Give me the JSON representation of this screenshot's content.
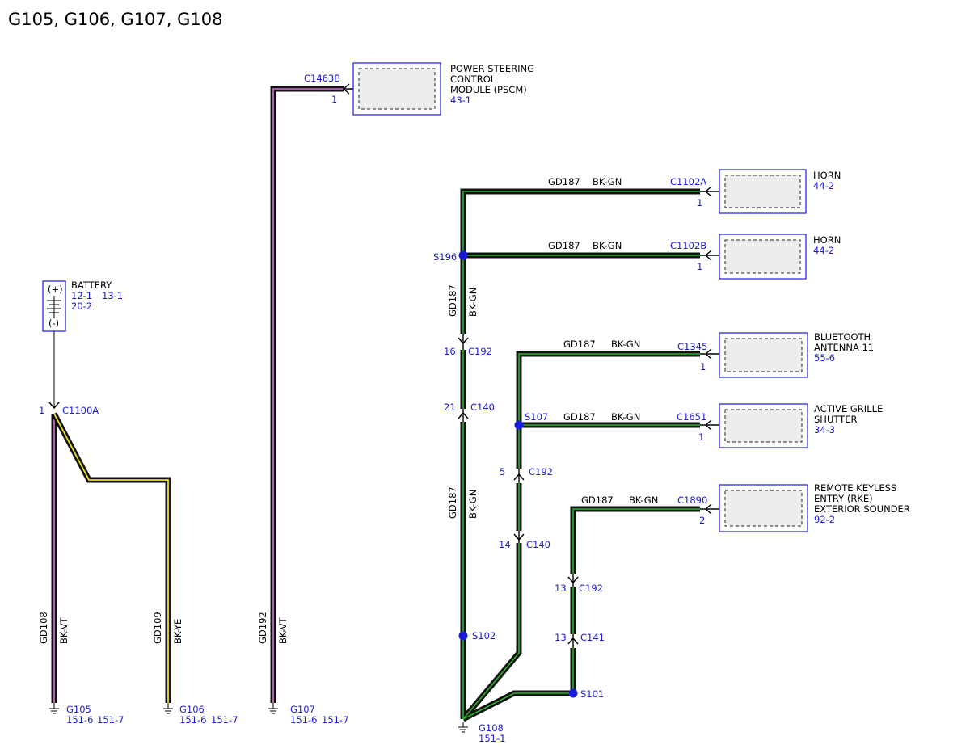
{
  "title": "G105, G106, G107, G108",
  "wire_color": "BK-VT",
  "colors": {
    "component_border": "#1a1adc",
    "ref_text": "#1a1adc",
    "splice_dot": "#1a1adc",
    "wire_black": "#111111",
    "wire_violet": "#e070e0",
    "wire_yellow": "#f0e020",
    "wire_green": "#28b428"
  },
  "components": {
    "pscm": {
      "lines": [
        "POWER STEERING",
        "CONTROL",
        "MODULE (PSCM)"
      ],
      "ref": "43-1",
      "connector": "C1463B",
      "pin": "1"
    },
    "horn_a": {
      "name": "HORN",
      "ref": "44-2",
      "connector": "C1102A",
      "pin": "1"
    },
    "horn_b": {
      "name": "HORN",
      "ref": "44-2",
      "connector": "C1102B",
      "pin": "1"
    },
    "bluetooth": {
      "lines": [
        "BLUETOOTH",
        "ANTENNA 11"
      ],
      "ref": "55-6",
      "connector": "C1345",
      "pin": "1"
    },
    "grille": {
      "lines": [
        "ACTIVE GRILLE",
        "SHUTTER"
      ],
      "ref": "34-3",
      "connector": "C1651",
      "pin": "1"
    },
    "rke": {
      "lines": [
        "REMOTE KEYLESS",
        "ENTRY (RKE)",
        "EXTERIOR SOUNDER"
      ],
      "ref": "92-2",
      "connector": "C1890",
      "pin": "2"
    },
    "battery": {
      "name": "BATTERY",
      "plus": "(+)",
      "minus": "(-)",
      "refs": [
        "12-1",
        "13-1",
        "20-2"
      ],
      "connector": "C1100A",
      "pin": "1"
    }
  },
  "circuits": {
    "gd187": "GD187",
    "bk_gn": "BK-GN",
    "gd108": "GD108",
    "gd109": "GD109",
    "bk_ye": "BK-YE",
    "gd192": "GD192"
  },
  "inline_connectors": {
    "c192_top": {
      "name": "C192",
      "pin": "16"
    },
    "c140_left": {
      "name": "C140",
      "pin": "21"
    },
    "c192_mid": {
      "name": "C192",
      "pin": "5"
    },
    "c140_mid": {
      "name": "C140",
      "pin": "14"
    },
    "c192_right": {
      "name": "C192",
      "pin": "13"
    },
    "c141": {
      "name": "C141",
      "pin": "13"
    }
  },
  "splices": {
    "s196": "S196",
    "s107": "S107",
    "s102": "S102",
    "s101": "S101"
  },
  "grounds": {
    "g105": {
      "name": "G105",
      "refs": [
        "151-6",
        "151-7"
      ]
    },
    "g106": {
      "name": "G106",
      "refs": [
        "151-6",
        "151-7"
      ]
    },
    "g107": {
      "name": "G107",
      "refs": [
        "151-6",
        "151-7"
      ]
    },
    "g108": {
      "name": "G108",
      "refs": [
        "151-1"
      ]
    }
  }
}
